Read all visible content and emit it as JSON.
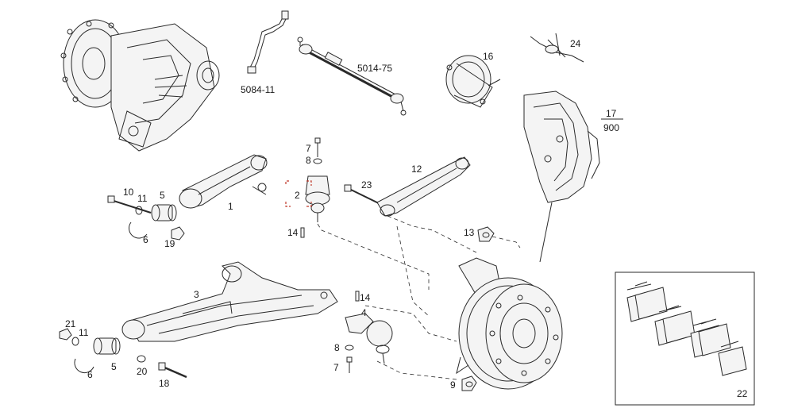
{
  "diagram": {
    "labels": {
      "p5084_11": "5084-11",
      "p5014_75": "5014-75",
      "p16": "16",
      "p24": "24",
      "p17": "17",
      "p900": "900",
      "p7a": "7",
      "p8a": "8",
      "p2": "2",
      "p14a": "14",
      "p23": "23",
      "p12": "12",
      "p10": "10",
      "p11a": "11",
      "p5a": "5",
      "p1": "1",
      "p6a": "6",
      "p19": "19",
      "p13": "13",
      "p3": "3",
      "p14b": "14",
      "p4": "4",
      "p8b": "8",
      "p7b": "7",
      "p21": "21",
      "p11b": "11",
      "p6b": "6",
      "p5b": "5",
      "p20": "20",
      "p18": "18",
      "p9": "9",
      "p22": "22"
    },
    "colors": {
      "line": "#2a2a2a",
      "highlight": "#c0392b",
      "fill": "#f4f4f4"
    }
  }
}
